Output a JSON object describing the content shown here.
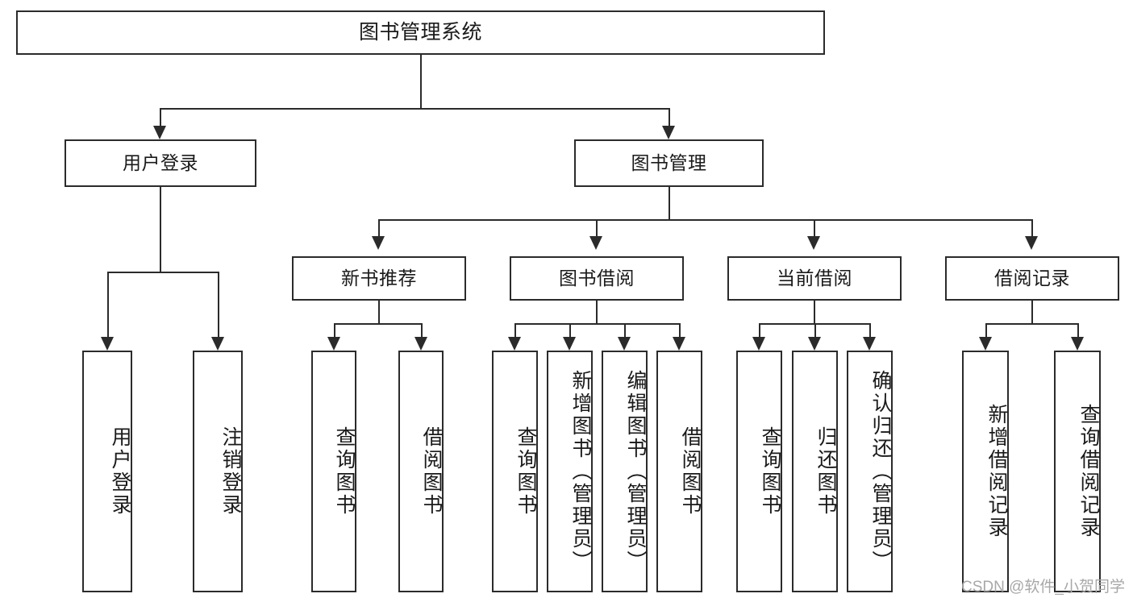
{
  "diagram": {
    "type": "tree-hierarchy",
    "title": "图书管理系统",
    "orientation": "top-down",
    "levels": 4
  },
  "root": {
    "label": "图书管理系统"
  },
  "level1": [
    {
      "label": "用户登录"
    },
    {
      "label": "图书管理"
    }
  ],
  "level2": [
    {
      "label": "新书推荐"
    },
    {
      "label": "图书借阅"
    },
    {
      "label": "当前借阅"
    },
    {
      "label": "借阅记录"
    }
  ],
  "leaves": {
    "user_login": [
      {
        "label": "用户登录"
      },
      {
        "label": "注销登录"
      }
    ],
    "new_book_recommend": [
      {
        "label": "查询图书"
      },
      {
        "label": "借阅图书"
      }
    ],
    "book_borrow": [
      {
        "label": "查询图书"
      },
      {
        "label": "新增图书（管理员）"
      },
      {
        "label": "编辑图书（管理员）"
      },
      {
        "label": "借阅图书"
      }
    ],
    "current_borrow": [
      {
        "label": "查询图书"
      },
      {
        "label": "归还图书"
      },
      {
        "label": "确认归还（管理员）"
      }
    ],
    "borrow_record": [
      {
        "label": "新增借阅记录"
      },
      {
        "label": "查询借阅记录"
      }
    ]
  },
  "watermark": {
    "text": "CSDN @软件_小贺同学"
  },
  "colors": {
    "stroke": "#2b2b2b",
    "fill": "#ffffff",
    "text": "#1a1a1a",
    "watermark": "#a8a8a8"
  }
}
